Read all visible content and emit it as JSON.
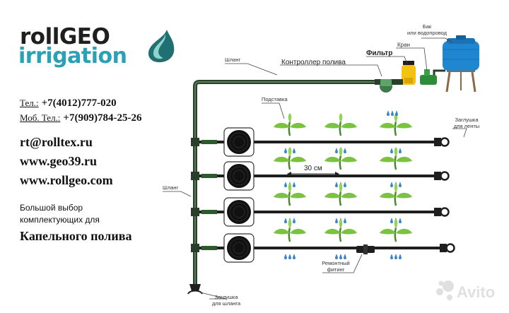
{
  "logo": {
    "line1": "rollGEO",
    "line2": "irrigation"
  },
  "contacts": {
    "phone_label": "Тел.:",
    "phone": "+7(4012)777-020",
    "mobile_label": "Моб. Тел.:",
    "mobile": "+7(909)784-25-26",
    "email": "rt@rolltex.ru",
    "site1": "www.geo39.ru",
    "site2": "www.rollgeo.com"
  },
  "promo": {
    "line1": "Большой выбор",
    "line2": "комплектующих для",
    "title": "Капельного полива"
  },
  "diagram": {
    "hose": "Шланг",
    "controller": "Контроллер полива",
    "filter": "Фильтр",
    "valve": "Кран",
    "tank1": "Бак",
    "tank2": "или водопровод",
    "stand": "Подставка",
    "tape_plug1": "Заглушка",
    "tape_plug2": "для ленты",
    "distance": "30 см",
    "repair1": "Ремонтный",
    "repair2": "фитинг",
    "hose_plug1": "Заглушка",
    "hose_plug2": "для шланга",
    "drip_lines": 4,
    "plants_per_line": 3
  },
  "watermark": {
    "text": "Avito"
  },
  "colors": {
    "brand_teal": "#2aa1b7",
    "hose": "#2a3f2a",
    "plant": "#7cc242",
    "water": "#3b86c7",
    "tank": "#1f86d1",
    "filter": "#f2c311"
  }
}
